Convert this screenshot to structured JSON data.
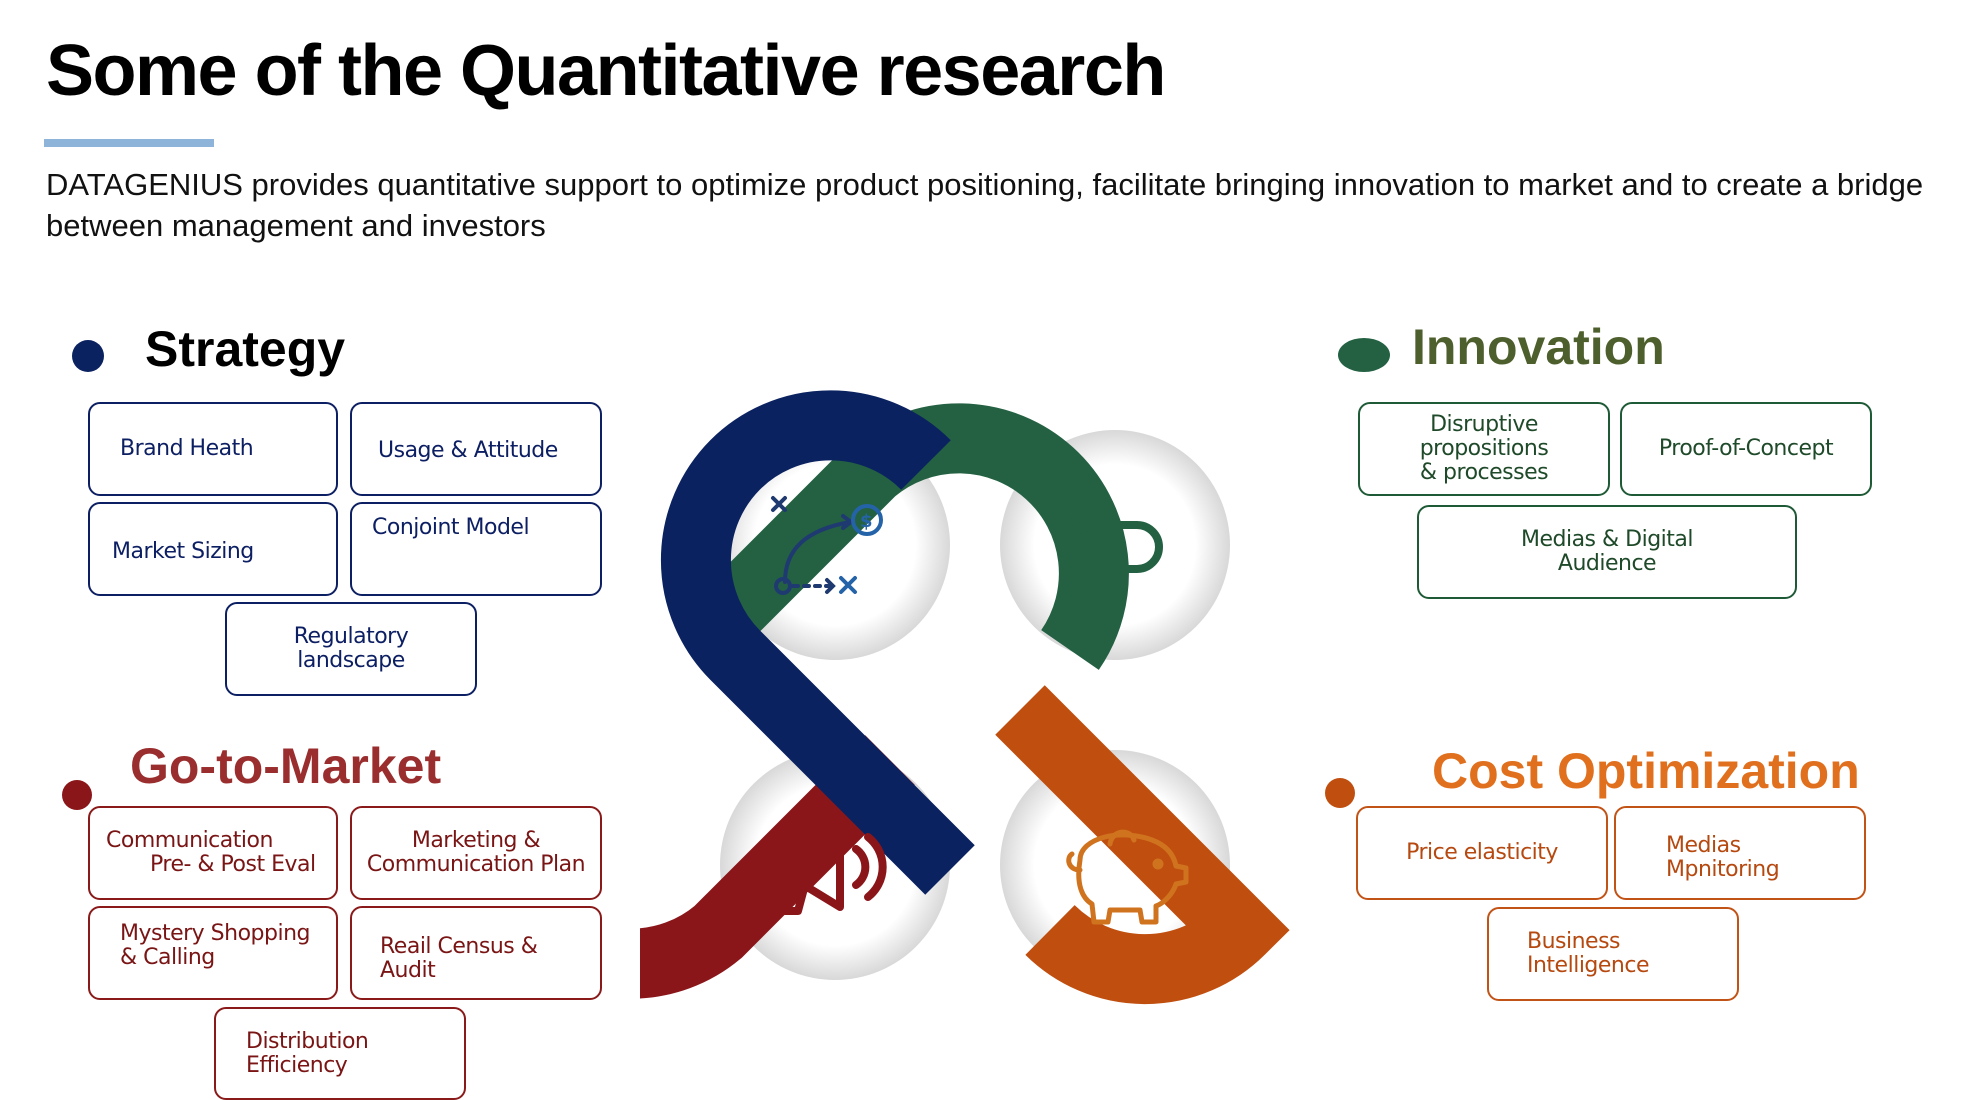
{
  "title": "Some of the Quantitative research",
  "subtitle": "DATAGENIUS provides quantitative  support to optimize product positioning, facilitate bringing  innovation to market and to create a bridge between management and investors",
  "colors": {
    "strategy": "#0b2260",
    "innovation": "#236142",
    "go_to_market": "#8a161a",
    "cost_optimization": "#c04f0f",
    "accent_bar": "#8fb4d9"
  },
  "icons": {
    "strategy": "strategy-play-icon",
    "innovation": "broken-link-icon",
    "go_to_market": "megaphone-icon",
    "cost_optimization": "piggy-bank-icon"
  },
  "strategy": {
    "heading": "Strategy",
    "items": [
      {
        "lines": [
          "Brand Heath"
        ]
      },
      {
        "lines": [
          "Usage & Attitude"
        ]
      },
      {
        "lines": [
          "Market Sizing"
        ]
      },
      {
        "lines": [
          "Conjoint Model"
        ]
      },
      {
        "lines": [
          "Regulatory",
          "landscape"
        ]
      }
    ]
  },
  "innovation": {
    "heading": "Innovation",
    "items": [
      {
        "lines": [
          "Disruptive",
          "propositions",
          "& processes"
        ]
      },
      {
        "lines": [
          "Proof-of-Concept"
        ]
      },
      {
        "lines": [
          "Medias & Digital",
          "Audience"
        ]
      }
    ]
  },
  "go_to_market": {
    "heading": "Go-to-Market",
    "items": [
      {
        "lines": [
          "Communication",
          "Pre- & Post Eval"
        ]
      },
      {
        "lines": [
          "Marketing &",
          "Communication Plan"
        ]
      },
      {
        "lines": [
          "Mystery Shopping",
          "& Calling"
        ]
      },
      {
        "lines": [
          "Reail Census &",
          "Audit"
        ]
      },
      {
        "lines": [
          "Distribution",
          "Efficiency"
        ]
      }
    ]
  },
  "cost_optimization": {
    "heading": "Cost Optimization",
    "items": [
      {
        "lines": [
          "Price elasticity"
        ]
      },
      {
        "lines": [
          "Medias",
          "Mpnitoring"
        ]
      },
      {
        "lines": [
          "Business",
          "Intelligence"
        ]
      }
    ]
  }
}
